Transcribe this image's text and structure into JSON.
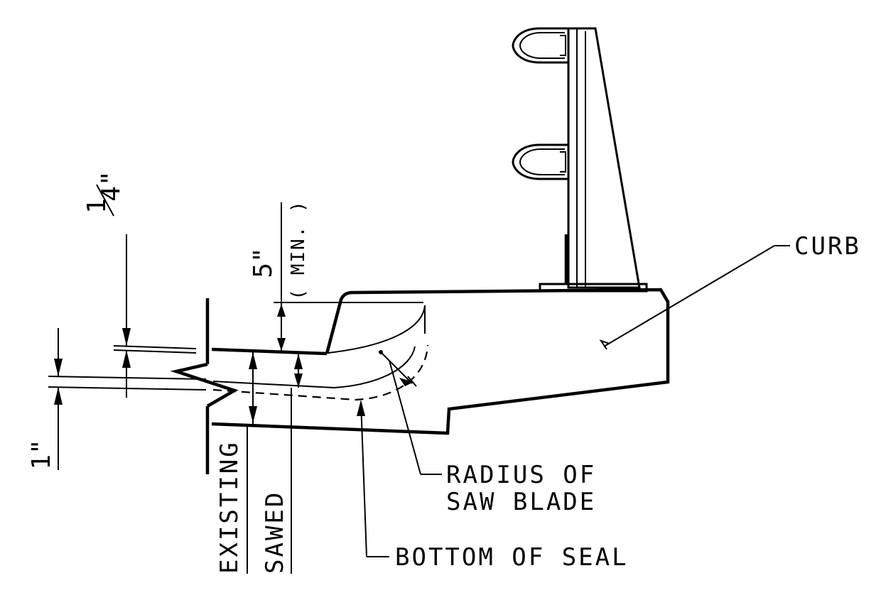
{
  "labels": {
    "curb": "CURB",
    "radius_line1": "RADIUS OF",
    "radius_line2": "SAW BLADE",
    "bottom_of_seal": "BOTTOM OF SEAL",
    "existing": "EXISTING",
    "sawed": "SAWED"
  },
  "dimensions": {
    "five_inch": "5\"",
    "five_inch_note": "( MIN. )",
    "quarter_num": "1",
    "quarter_den": "4\"",
    "one_inch": "1\""
  }
}
